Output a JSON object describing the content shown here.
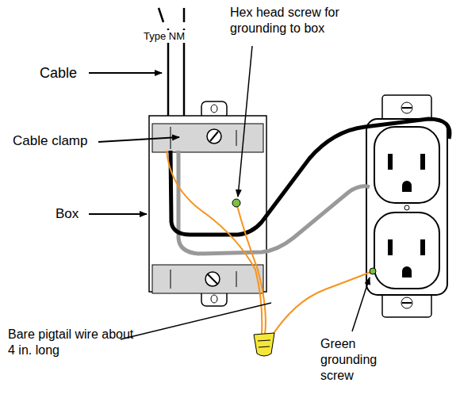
{
  "diagram": {
    "labels": [
      "Type NM",
      "Hex head screw for grounding to box",
      "Cable",
      "Cable clamp",
      "Box",
      "Bare pigtail wire about 4 in. long",
      "Green grounding screw"
    ]
  }
}
